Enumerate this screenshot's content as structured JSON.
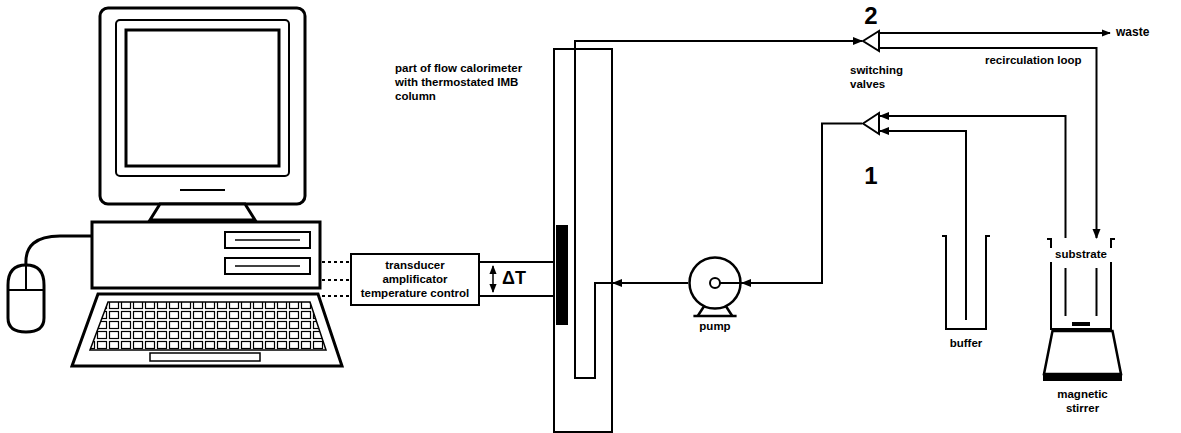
{
  "diagram": {
    "nodes": [
      {
        "text": [
          "transducer amplificator temperature control"
        ]
      },
      {
        "text": [
          "part of flow calorimeter with thermostated IMB column"
        ]
      },
      {
        "text": [
          "pump"
        ]
      },
      {
        "text": [
          "1"
        ]
      },
      {
        "text": [
          "2"
        ]
      },
      {
        "text": [
          "buffer"
        ]
      },
      {
        "text": [
          "substrate"
        ]
      },
      {
        "text": [
          "magnetic stirrer"
        ]
      }
    ],
    "edges": [
      {
        "from": 0,
        "to": 1,
        "arrow": "none"
      },
      {
        "from": 1,
        "to": 4,
        "arrow": "to"
      },
      {
        "from": 4,
        "to": 6,
        "arrow": "to"
      },
      {
        "from": 6,
        "to": 3,
        "arrow": "to"
      },
      {
        "from": 5,
        "to": 3,
        "arrow": "to"
      },
      {
        "from": 3,
        "to": 2,
        "arrow": "to"
      },
      {
        "from": 2,
        "to": 1,
        "arrow": "to"
      }
    ],
    "labels": [
      "ΔT",
      "switching valves",
      "recirculation loop",
      "waste"
    ]
  }
}
